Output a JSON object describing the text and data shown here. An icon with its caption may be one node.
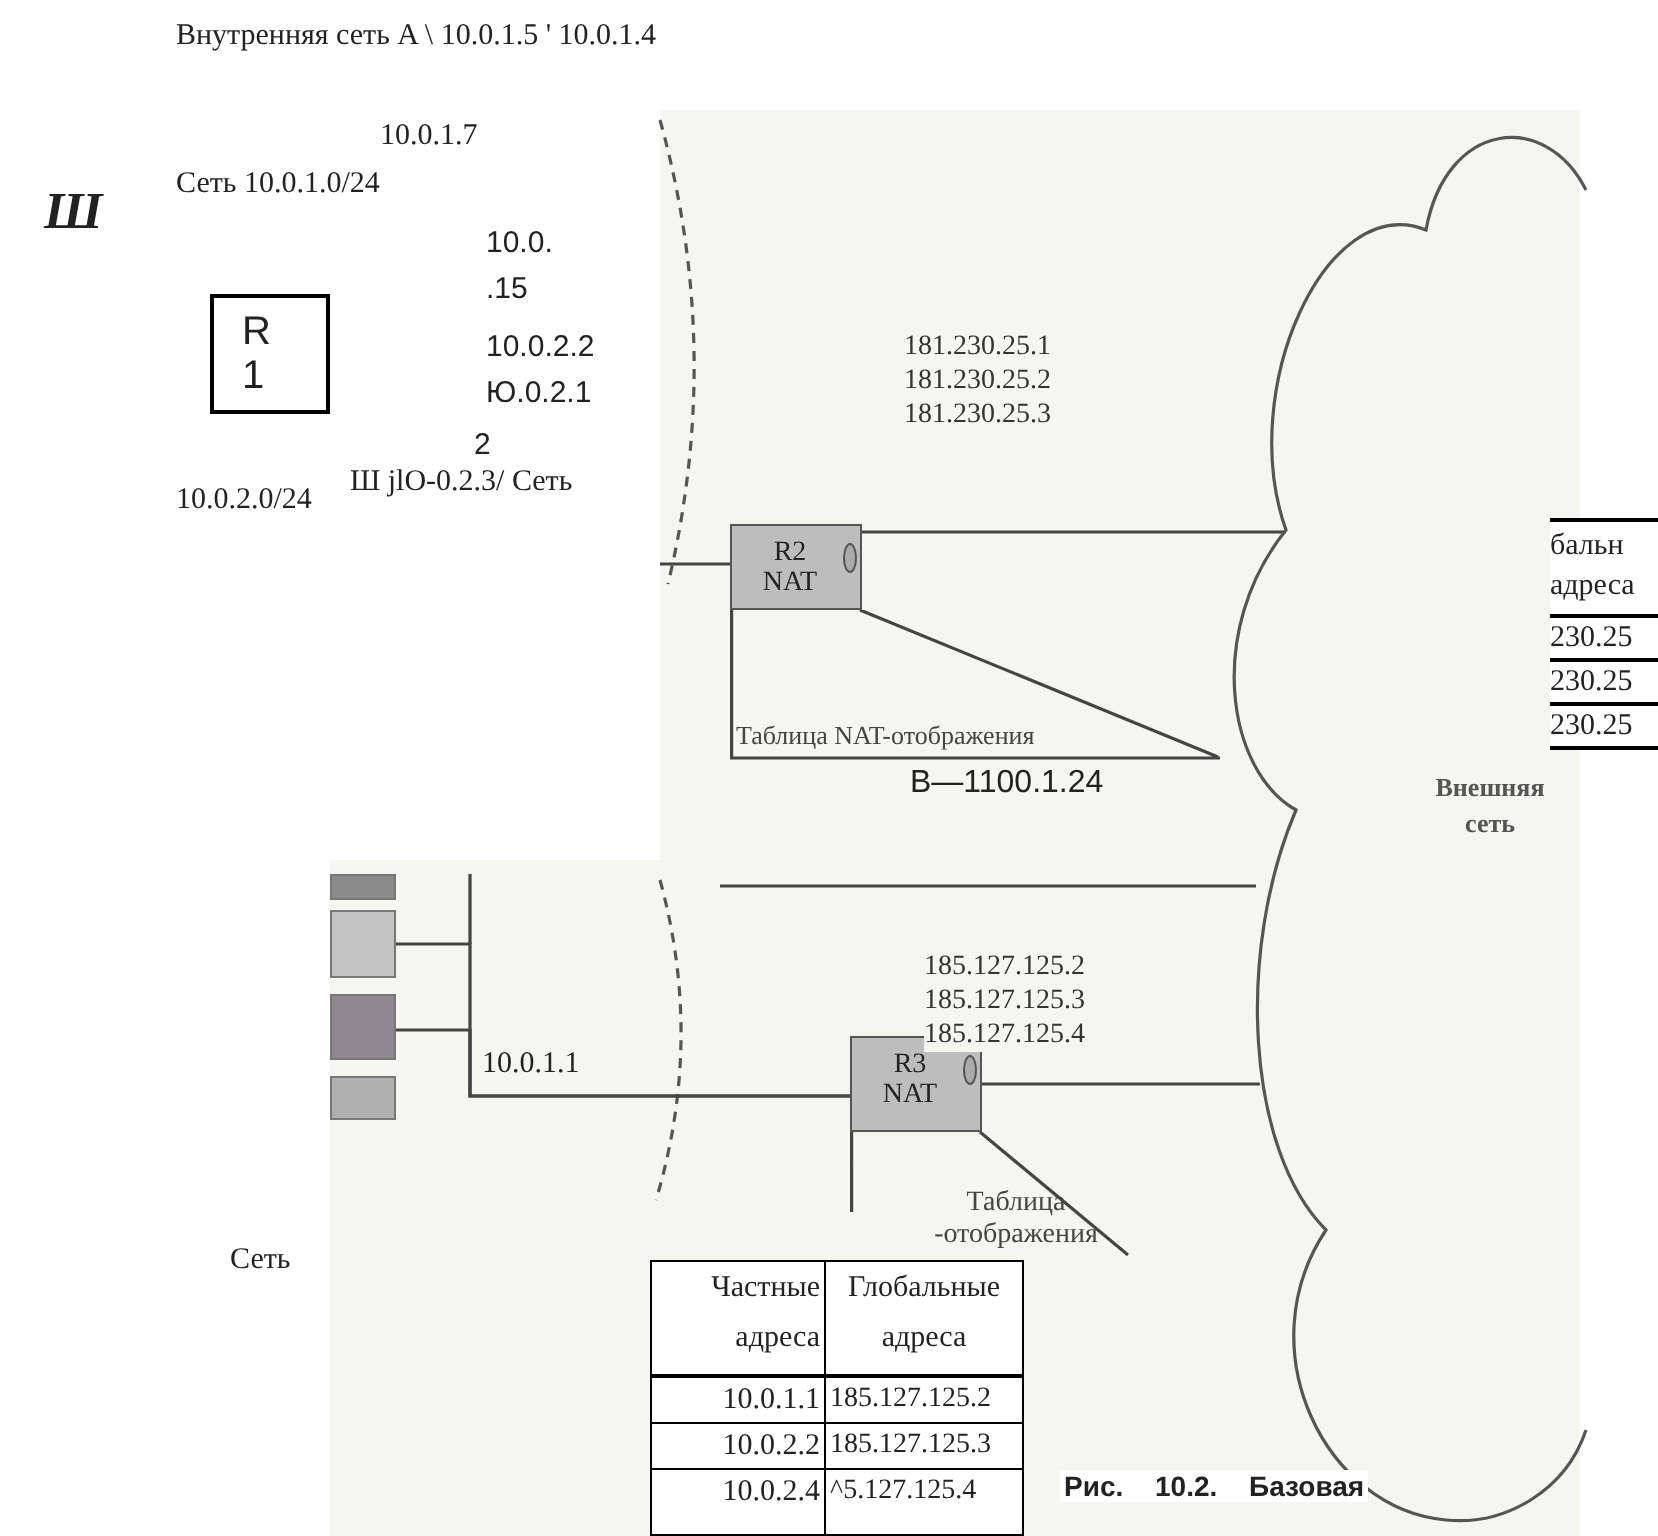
{
  "diagram": {
    "caption": "Рис. 10.2. Базовая",
    "nodes": [
      {
        "text": [
          "R 1"
        ]
      },
      {
        "text": [
          "R2 NAT"
        ]
      },
      {
        "text": [
          "Таблица NAT-отображения"
        ]
      },
      {
        "text": [
          "Внешняя сеть"
        ]
      },
      {
        "text": [],
        "shape": "box"
      },
      {
        "text": [],
        "shape": "box"
      },
      {
        "text": [],
        "shape": "box"
      },
      {
        "text": [],
        "shape": "box"
      },
      {
        "text": [
          "R3 NAT"
        ]
      },
      {
        "text": [
          "Таблица -отображения"
        ]
      }
    ],
    "edges": [
      {
        "from": null,
        "to": 1,
        "arrow": "none"
      },
      {
        "from": 1,
        "to": 3,
        "arrow": "none",
        "label": "181.230.25.1 181.230.25.2 181.230.25.3"
      },
      {
        "from": null,
        "to": 3,
        "arrow": "none"
      },
      {
        "from": 5,
        "to": 8,
        "arrow": "none"
      },
      {
        "from": 6,
        "to": 8,
        "arrow": "none"
      },
      {
        "from": 8,
        "to": 3,
        "arrow": "none",
        "label": "185.127.125.2 185.127.125.3 185.127.125.4"
      }
    ],
    "labels": [
      "Внутренняя сеть A \\ 10.0.1.5 ' 10.0.1.4",
      "10.0.1.7",
      "Ш",
      "Сеть 10.0.1.0/24",
      "10.0. .15",
      "10.0.2.2",
      "Ю.0.2.1",
      "2",
      "Ш jlO-0.2.3/ Сеть",
      "10.0.2.0/24",
      "В—1100.1.24",
      "бальн",
      "адреса",
      "230.25",
      "230.25",
      "230.25",
      "10.0.1.1",
      "Сеть",
      "Частные адреса",
      "Глобальные адреса",
      "10.0.1.1",
      "185.127.125.2",
      "10.0.2.2",
      "185.127.125.3",
      "10.0.2.4",
      "^5.127.125.4"
    ]
  }
}
